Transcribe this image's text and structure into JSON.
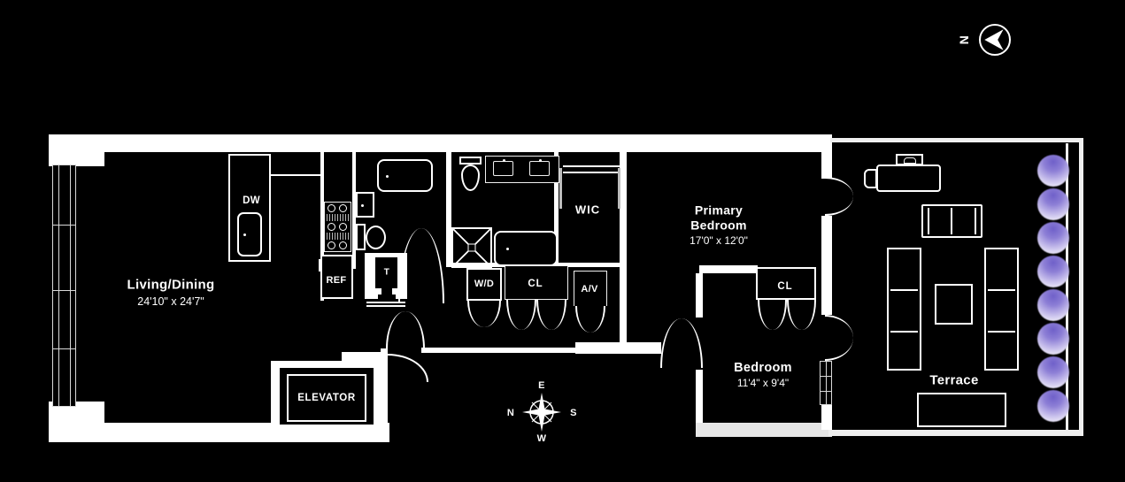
{
  "colors": {
    "background": "#000000",
    "wall": "#ffffff",
    "plant": "#8072d2"
  },
  "north_indicator": {
    "label": "N"
  },
  "compass": {
    "top": "E",
    "left": "N",
    "right": "S",
    "bottom": "W"
  },
  "rooms": {
    "living": {
      "label": "Living/Dining",
      "dims": "24'10\" x 24'7\""
    },
    "primary": {
      "label": "Primary Bedroom",
      "dims": "17'0\" x 12'0\""
    },
    "bedroom": {
      "label": "Bedroom",
      "dims": "11'4\" x 9'4\""
    },
    "wic": {
      "label": "WIC"
    },
    "terrace": {
      "label": "Terrace"
    },
    "elevator": {
      "label": "ELEVATOR"
    }
  },
  "fixtures": {
    "dishwasher": "DW",
    "refrigerator": "REF",
    "toilet_closet": "T",
    "washer_dryer": "W/D",
    "hall_closet": "CL",
    "av_closet": "A/V",
    "bedroom_closet": "CL"
  }
}
